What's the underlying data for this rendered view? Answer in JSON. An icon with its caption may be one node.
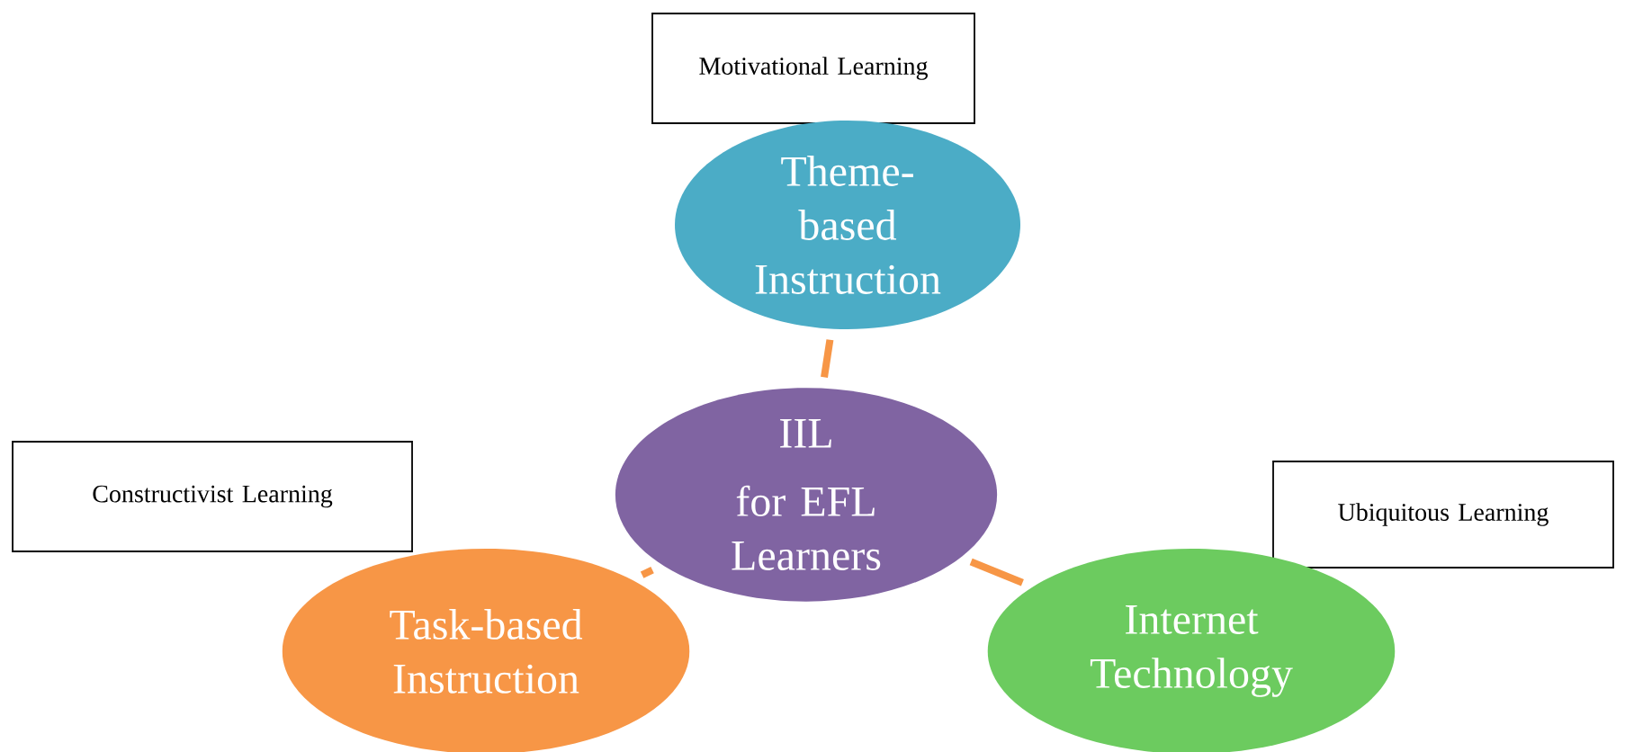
{
  "diagram": {
    "nodes": [
      {
        "text": [
          "Motivational Learning"
        ]
      },
      {
        "text": [
          "Theme-based Instruction"
        ]
      },
      {
        "text": [
          "Constructivist Learning"
        ]
      },
      {
        "text": [
          "IIL",
          "for EFL Learners"
        ]
      },
      {
        "text": [
          "Ubiquitous Learning"
        ]
      },
      {
        "text": [
          "Task-based Instruction"
        ]
      },
      {
        "text": [
          "Internet Technology"
        ]
      }
    ],
    "edges": [
      {
        "from": 3,
        "to": 1,
        "arrow": "none"
      },
      {
        "from": 3,
        "to": 5,
        "arrow": "none"
      },
      {
        "from": 3,
        "to": 6,
        "arrow": "none"
      }
    ]
  }
}
